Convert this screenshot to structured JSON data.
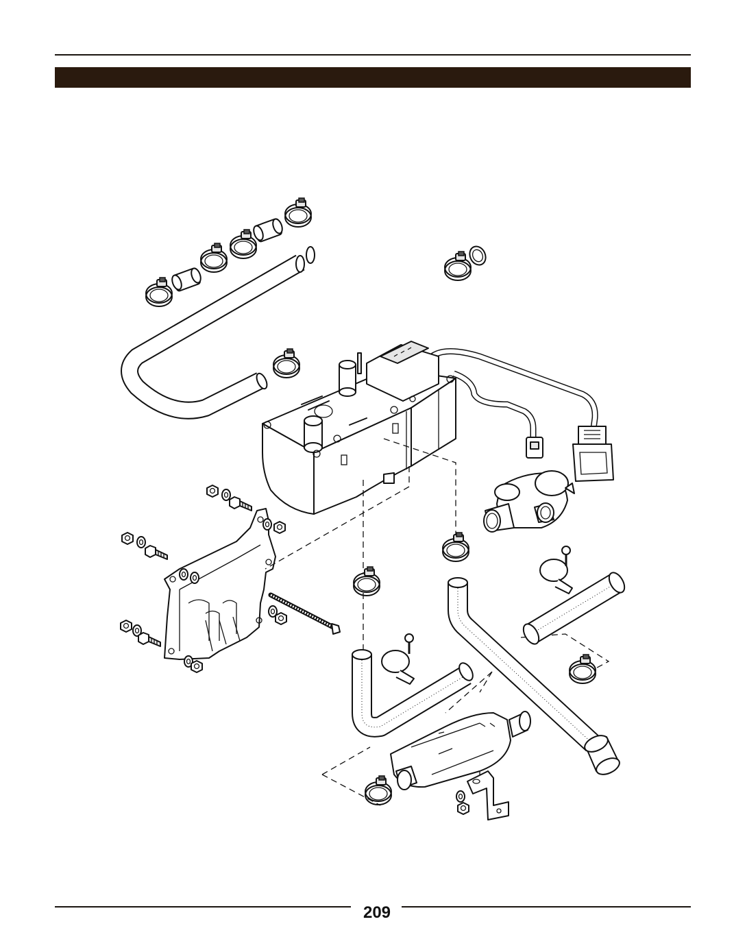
{
  "header": {
    "title": ""
  },
  "illustration": {
    "parts": [
      "heater-unit",
      "coolant-hose",
      "hose-clamp",
      "hose-connector",
      "wiring-harness",
      "electrical-connector",
      "circulation-pump",
      "mounting-bracket",
      "threaded-rod",
      "bolt",
      "nut",
      "washer",
      "combustion-air-hose",
      "exhaust-hose",
      "muffler",
      "pipe-clip",
      "screw",
      "muffler-bracket"
    ]
  },
  "footer": {
    "page_number": "209"
  }
}
